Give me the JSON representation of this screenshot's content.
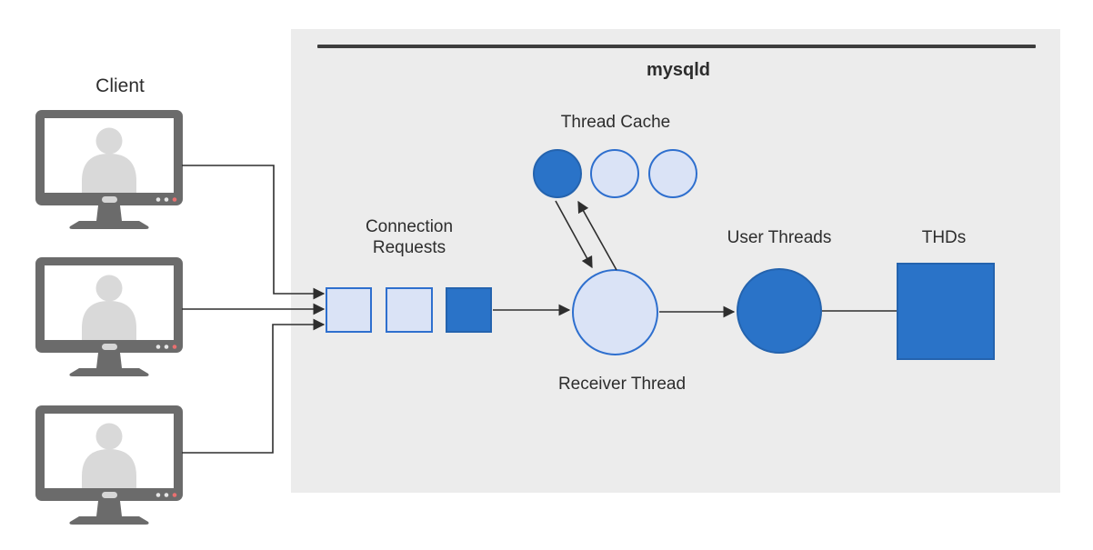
{
  "diagram": {
    "title": "mysqld",
    "client": {
      "label": "Client",
      "monitor_count": 3
    },
    "nodes": {
      "thread_cache": {
        "label": "Thread Cache",
        "circles": [
          {
            "state": "active",
            "style": "dark"
          },
          {
            "state": "idle",
            "style": "light"
          },
          {
            "state": "idle",
            "style": "light"
          }
        ]
      },
      "connection_requests": {
        "label_line1": "Connection",
        "label_line2": "Requests",
        "squares": [
          {
            "state": "queued",
            "style": "light"
          },
          {
            "state": "queued",
            "style": "light"
          },
          {
            "state": "active",
            "style": "dark"
          }
        ]
      },
      "receiver_thread": {
        "label": "Receiver Thread",
        "style": "light"
      },
      "user_threads": {
        "label": "User Threads",
        "style": "dark"
      },
      "thds": {
        "label": "THDs",
        "style": "dark"
      }
    },
    "flows": [
      {
        "from": "client-1",
        "to": "connection-requests",
        "arrow": true
      },
      {
        "from": "client-2",
        "to": "connection-requests",
        "arrow": true
      },
      {
        "from": "client-3",
        "to": "connection-requests",
        "arrow": true
      },
      {
        "from": "connection-requests",
        "to": "receiver-thread",
        "arrow": true
      },
      {
        "from": "receiver-thread",
        "to": "thread-cache",
        "arrow": true
      },
      {
        "from": "thread-cache",
        "to": "receiver-thread",
        "arrow": true
      },
      {
        "from": "receiver-thread",
        "to": "user-threads",
        "arrow": true
      },
      {
        "from": "user-threads",
        "to": "thds",
        "arrow": false
      }
    ],
    "colors": {
      "accent_blue": "#2a73c8",
      "light_blue_fill": "#dae3f6",
      "blue_border": "#2e6fce",
      "dark_blue_border": "#2463ae",
      "panel_gray": "#ececec",
      "rule_dark": "#3d3d3d",
      "connector_line": "#2e2e2e",
      "monitor_gray": "#6b6b6b",
      "silhouette_gray": "#d9d9d9",
      "power_dot_red": "#e87070",
      "text": "#2d2d2d"
    }
  }
}
